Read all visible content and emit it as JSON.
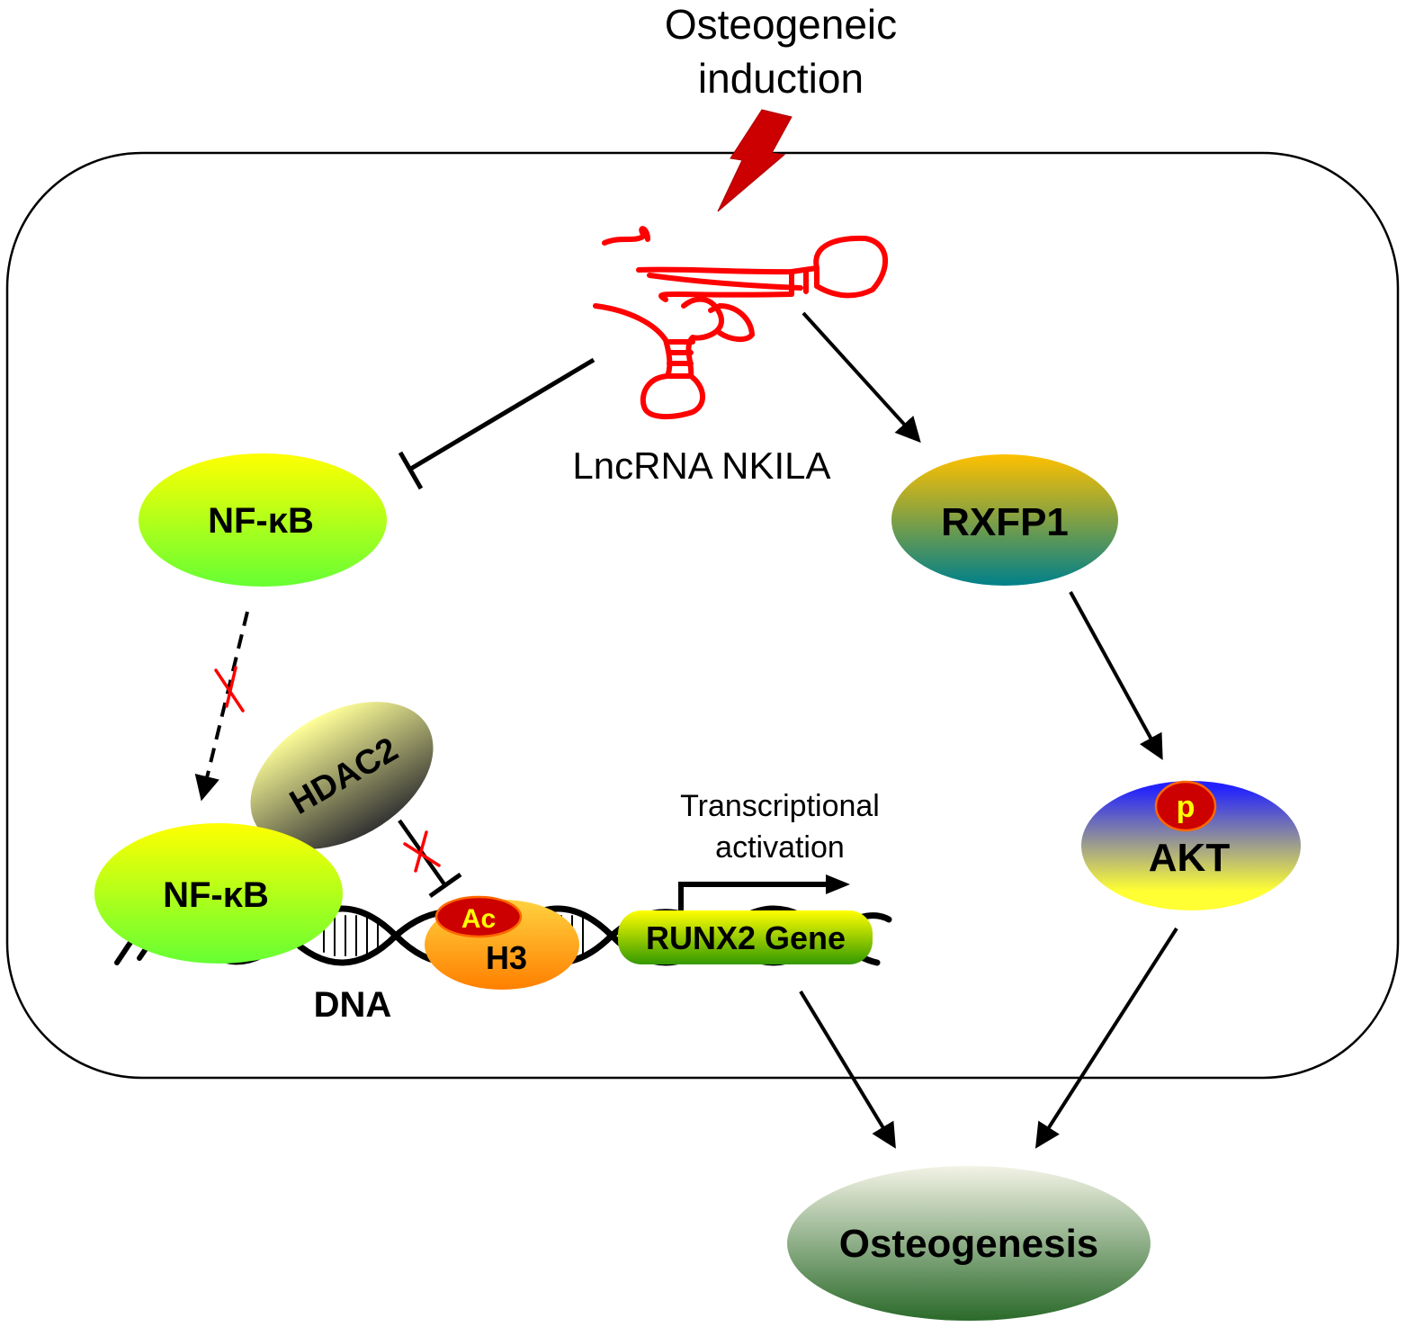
{
  "stimulus": {
    "line1": "Osteogeneic",
    "line2": "induction"
  },
  "lncrna": {
    "label": "LncRNA NKILA"
  },
  "nfkb_top": {
    "label": "NF-κB"
  },
  "nfkb_bottom": {
    "label": "NF-κB"
  },
  "hdac2": {
    "label": "HDAC2"
  },
  "h3": {
    "label": "H3",
    "mark": "Ac"
  },
  "runx2": {
    "label": "RUNX2 Gene"
  },
  "transcription": {
    "line1": "Transcriptional",
    "line2": "activation"
  },
  "dna": {
    "label": "DNA"
  },
  "rxfp1": {
    "label": "RXFP1"
  },
  "akt": {
    "label": "AKT",
    "mark": "p"
  },
  "outcome": {
    "label": "Osteogenesis"
  },
  "colors": {
    "lncrna_red": "#ff0000",
    "bolt_red": "#c00000",
    "inhibition_x_red": "#ff0000",
    "cell_border": "#000000"
  }
}
